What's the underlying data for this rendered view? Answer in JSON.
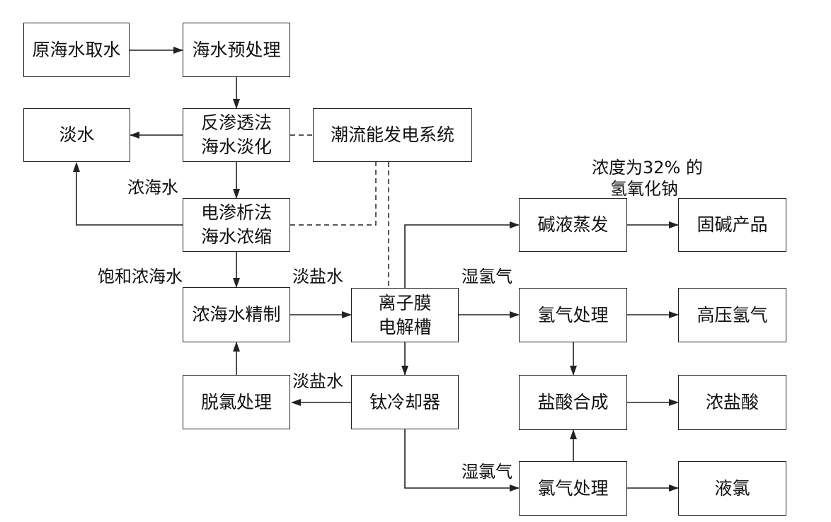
{
  "nodes": {
    "yuanhaishui": "原海水取水",
    "yuchuli": "海水预处理",
    "fanshentou": [
      "反渗透法",
      "海水淡化"
    ],
    "danshui": "淡水",
    "chaoliu": "潮流能发电系统",
    "diansenxi": [
      "电渗析法",
      "海水浓缩"
    ],
    "jianye_zhengfa": "碱液蒸发",
    "gujian": "固碱产品",
    "jingzhi": "浓海水精制",
    "dianjiecao": [
      "离子膜",
      "电解槽"
    ],
    "qingqi_chuli": "氢气处理",
    "gaoya_qingqi": "高压氢气",
    "tuolv": "脱氯处理",
    "tai_lengque": "钛冷却器",
    "yansuan_hecheng": "盐酸合成",
    "nong_yansuan": "浓盐酸",
    "lvqi_chuli": "氯气处理",
    "yelv": "液氯"
  },
  "labels": {
    "nong_haishui": "浓海水",
    "baohe_nong_haishui": "饱和浓海水",
    "danyanshui_1": "淡盐水",
    "shi_qingqi": "湿氢气",
    "naoh_line1": "浓度为32% 的",
    "naoh_line2": "氢氧化钠",
    "danyanshui_2": "淡盐水",
    "shi_lvqi": "湿氯气"
  },
  "style": {
    "line_color": "#222222",
    "background": "#ffffff"
  }
}
